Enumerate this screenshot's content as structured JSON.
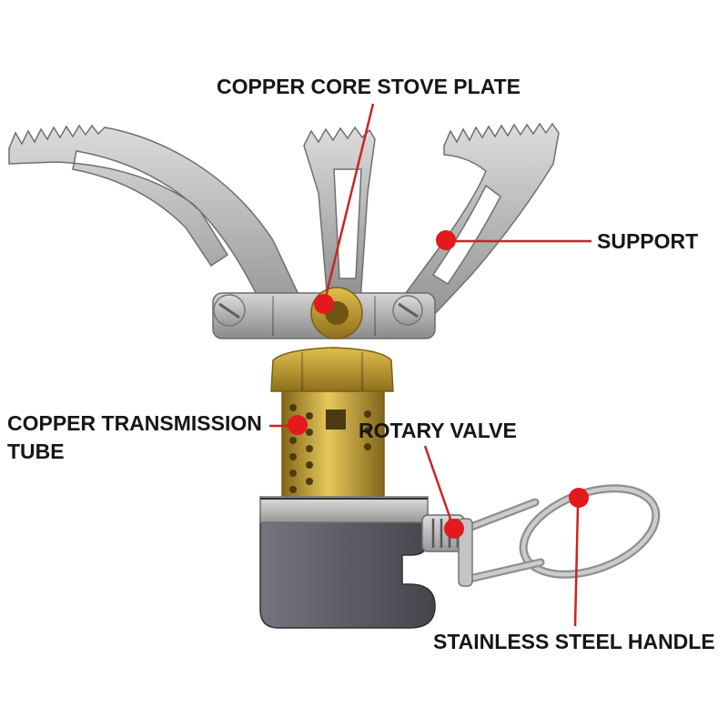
{
  "colors": {
    "background": "#ffffff",
    "marker": "#e3191e",
    "leader_line": "#c9251f",
    "label_text": "#161616"
  },
  "labels": {
    "stove_plate": "COPPER CORE STOVE PLATE",
    "support": "SUPPORT",
    "transmission_tube": "COPPER TRANSMISSION TUBE",
    "rotary_valve": "ROTARY VALVE",
    "stainless_handle": "STAINLESS STEEL HANDLE"
  }
}
